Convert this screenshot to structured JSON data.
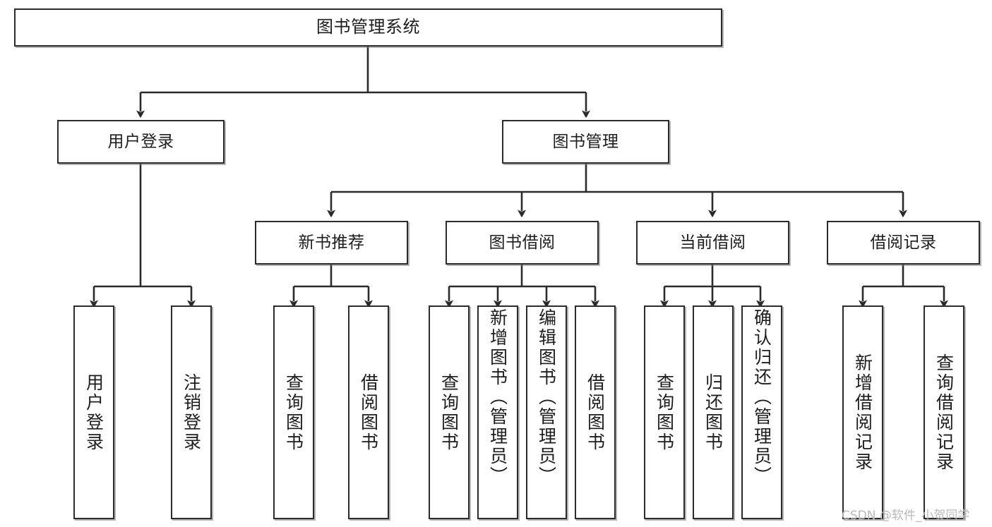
{
  "diagram": {
    "type": "tree",
    "title": "图书管理系统",
    "orientation": "top-down",
    "colors": {
      "box_border": "#2b2b2b",
      "box_fill": "#ffffff",
      "edge": "#2b2b2b",
      "text": "#1d1d1d",
      "watermark": "#b9b9b9"
    }
  },
  "watermark": {
    "text": "CSDN @软件_小贺同学"
  },
  "nodes": {
    "root": {
      "label": "图书管理系统"
    },
    "level2": [
      {
        "label": "用户登录"
      },
      {
        "label": "图书管理"
      }
    ],
    "level3": [
      {
        "label": "新书推荐"
      },
      {
        "label": "图书借阅"
      },
      {
        "label": "当前借阅"
      },
      {
        "label": "借阅记录"
      }
    ],
    "leaves": {
      "user_login": [
        {
          "label": "用户登录"
        },
        {
          "label": "注销登录"
        }
      ],
      "new_book": [
        {
          "label": "查询图书"
        },
        {
          "label": "借阅图书"
        }
      ],
      "book_borrow": [
        {
          "label": "查询图书"
        },
        {
          "label": "新增图书（管理员）"
        },
        {
          "label": "编辑图书（管理员）"
        },
        {
          "label": "借阅图书"
        }
      ],
      "current_borrow": [
        {
          "label": "查询图书"
        },
        {
          "label": "归还图书"
        },
        {
          "label": "确认归还（管理员）"
        }
      ],
      "borrow_record": [
        {
          "label": "新增借阅记录"
        },
        {
          "label": "查询借阅记录"
        }
      ]
    }
  },
  "edges": [
    {
      "from": "图书管理系统",
      "to": "用户登录"
    },
    {
      "from": "图书管理系统",
      "to": "图书管理"
    },
    {
      "from": "用户登录",
      "to": "用户登录"
    },
    {
      "from": "用户登录",
      "to": "注销登录"
    },
    {
      "from": "图书管理",
      "to": "新书推荐"
    },
    {
      "from": "图书管理",
      "to": "图书借阅"
    },
    {
      "from": "图书管理",
      "to": "当前借阅"
    },
    {
      "from": "图书管理",
      "to": "借阅记录"
    },
    {
      "from": "新书推荐",
      "to": "查询图书"
    },
    {
      "from": "新书推荐",
      "to": "借阅图书"
    },
    {
      "from": "图书借阅",
      "to": "查询图书"
    },
    {
      "from": "图书借阅",
      "to": "新增图书（管理员）"
    },
    {
      "from": "图书借阅",
      "to": "编辑图书（管理员）"
    },
    {
      "from": "图书借阅",
      "to": "借阅图书"
    },
    {
      "from": "当前借阅",
      "to": "查询图书"
    },
    {
      "from": "当前借阅",
      "to": "归还图书"
    },
    {
      "from": "当前借阅",
      "to": "确认归还（管理员）"
    },
    {
      "from": "借阅记录",
      "to": "新增借阅记录"
    },
    {
      "from": "借阅记录",
      "to": "查询借阅记录"
    }
  ]
}
